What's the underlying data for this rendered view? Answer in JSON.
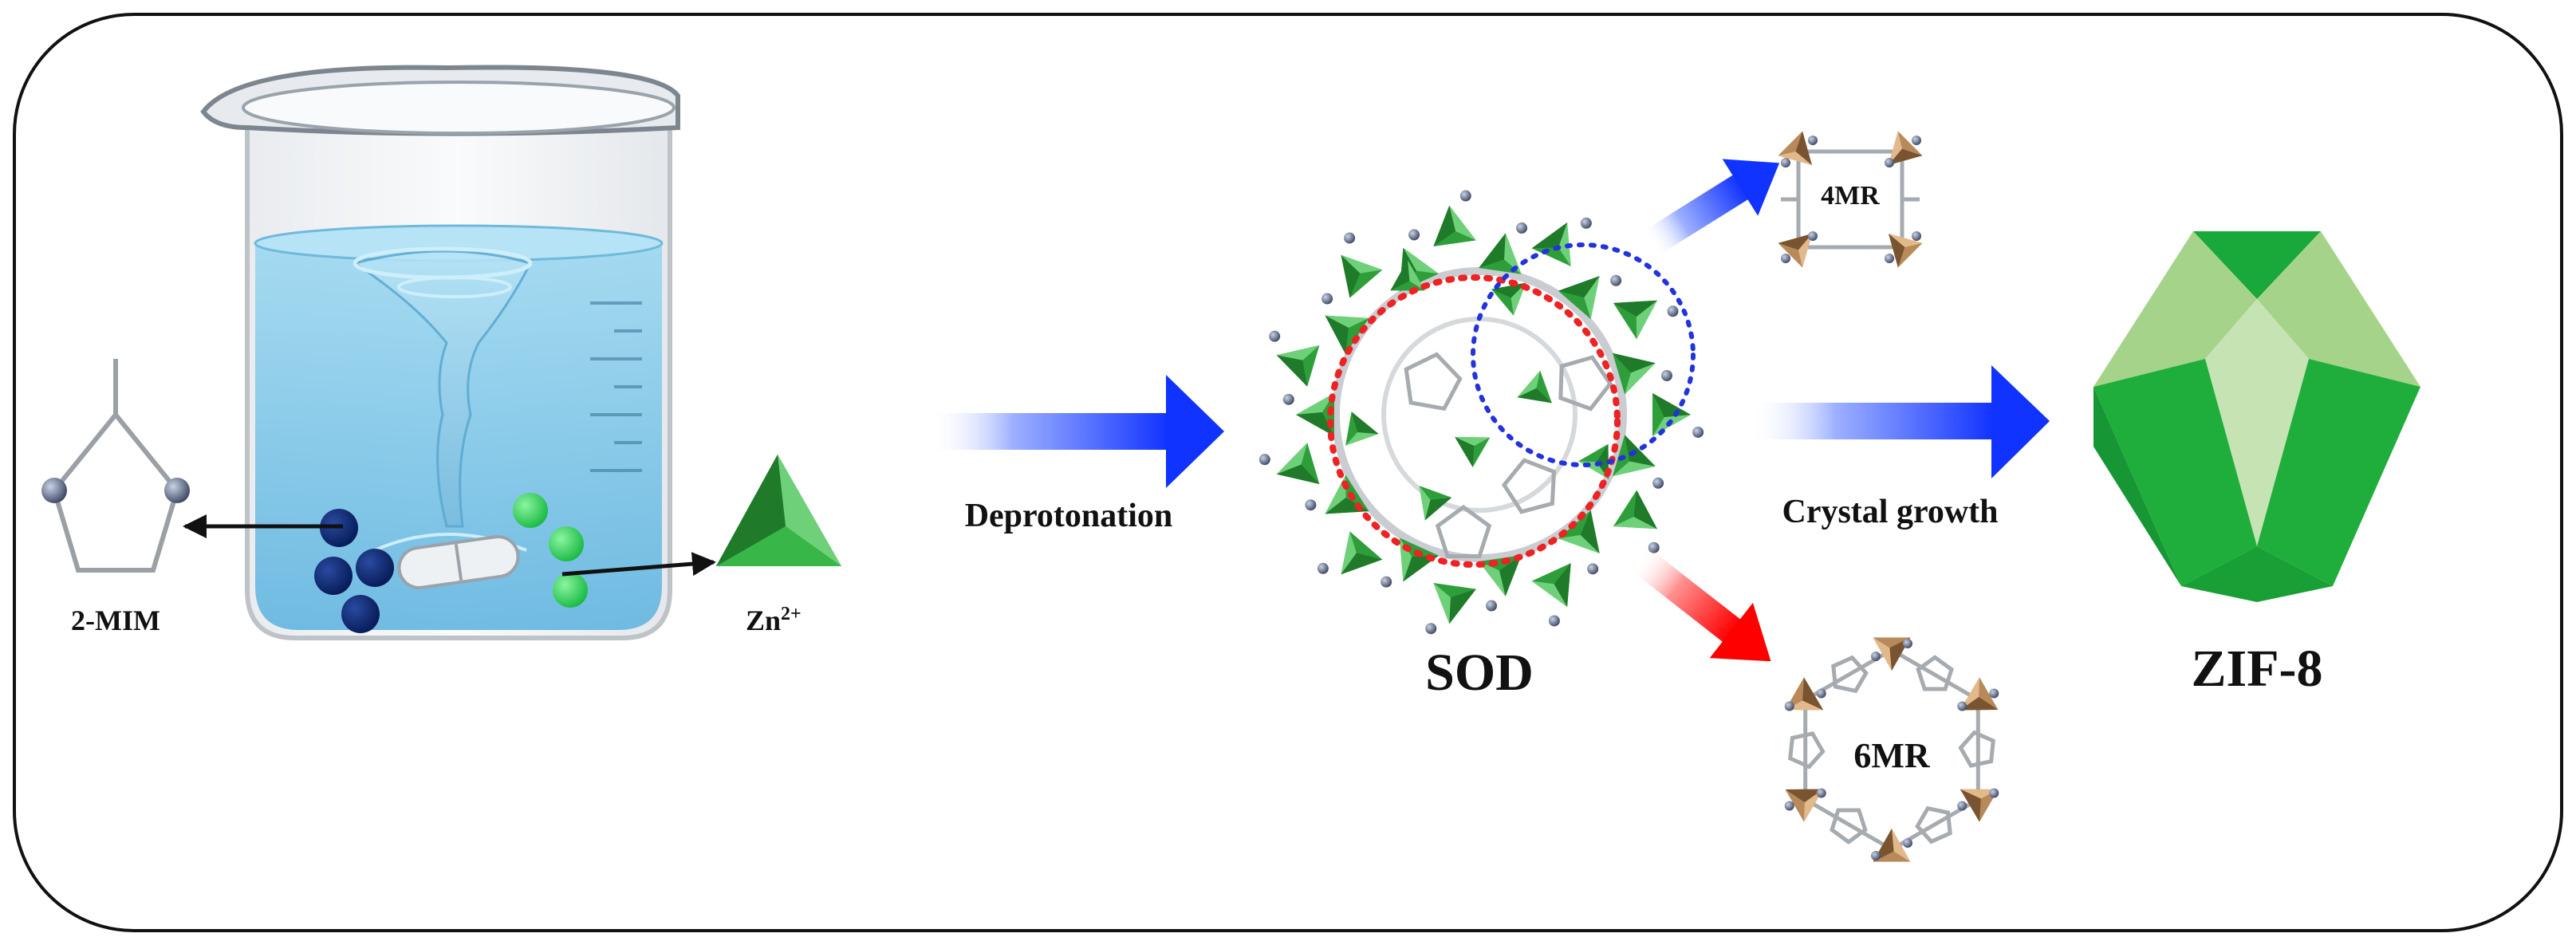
{
  "labels": {
    "ligand": "2-MIM",
    "zinc": "Zn",
    "zinc_charge": "2+",
    "step1": "Deprotonation",
    "sod": "SOD",
    "four_ring": "4MR",
    "six_ring": "6MR",
    "step2": "Crystal growth",
    "product": "ZIF-8"
  },
  "icons": [
    "beaker-icon",
    "stir-bar-icon",
    "vortex-icon",
    "imidazole-ring-icon",
    "tetrahedron-icon",
    "rhombic-dodecahedron-icon"
  ],
  "colors": {
    "frame": "#111111",
    "water": "#8fd0ec",
    "dark_spheres": "#0f2a6b",
    "green_spheres": "#2ed158",
    "tetra_green": "#2e9e3a",
    "tetra_brown": "#b88a5a",
    "arrow_blue": "#1a3cff",
    "arrow_red": "#ff1010",
    "ring_red": "#ee2222",
    "ring_blue": "#2233dd",
    "crystal_light": "#a8d48c",
    "crystal_dark": "#1ea83a"
  }
}
